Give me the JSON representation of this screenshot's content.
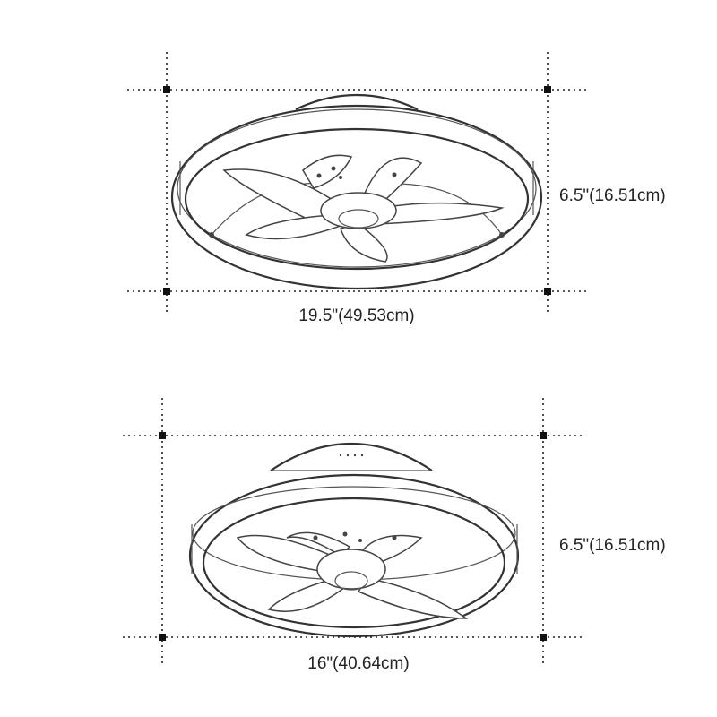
{
  "figures": [
    {
      "name": "large-fan",
      "width_label": "19.5\"(49.53cm)",
      "height_label": "6.5\"(16.51cm)"
    },
    {
      "name": "small-fan",
      "width_label": "16\"(40.64cm)",
      "height_label": "6.5\"(16.51cm)"
    }
  ]
}
